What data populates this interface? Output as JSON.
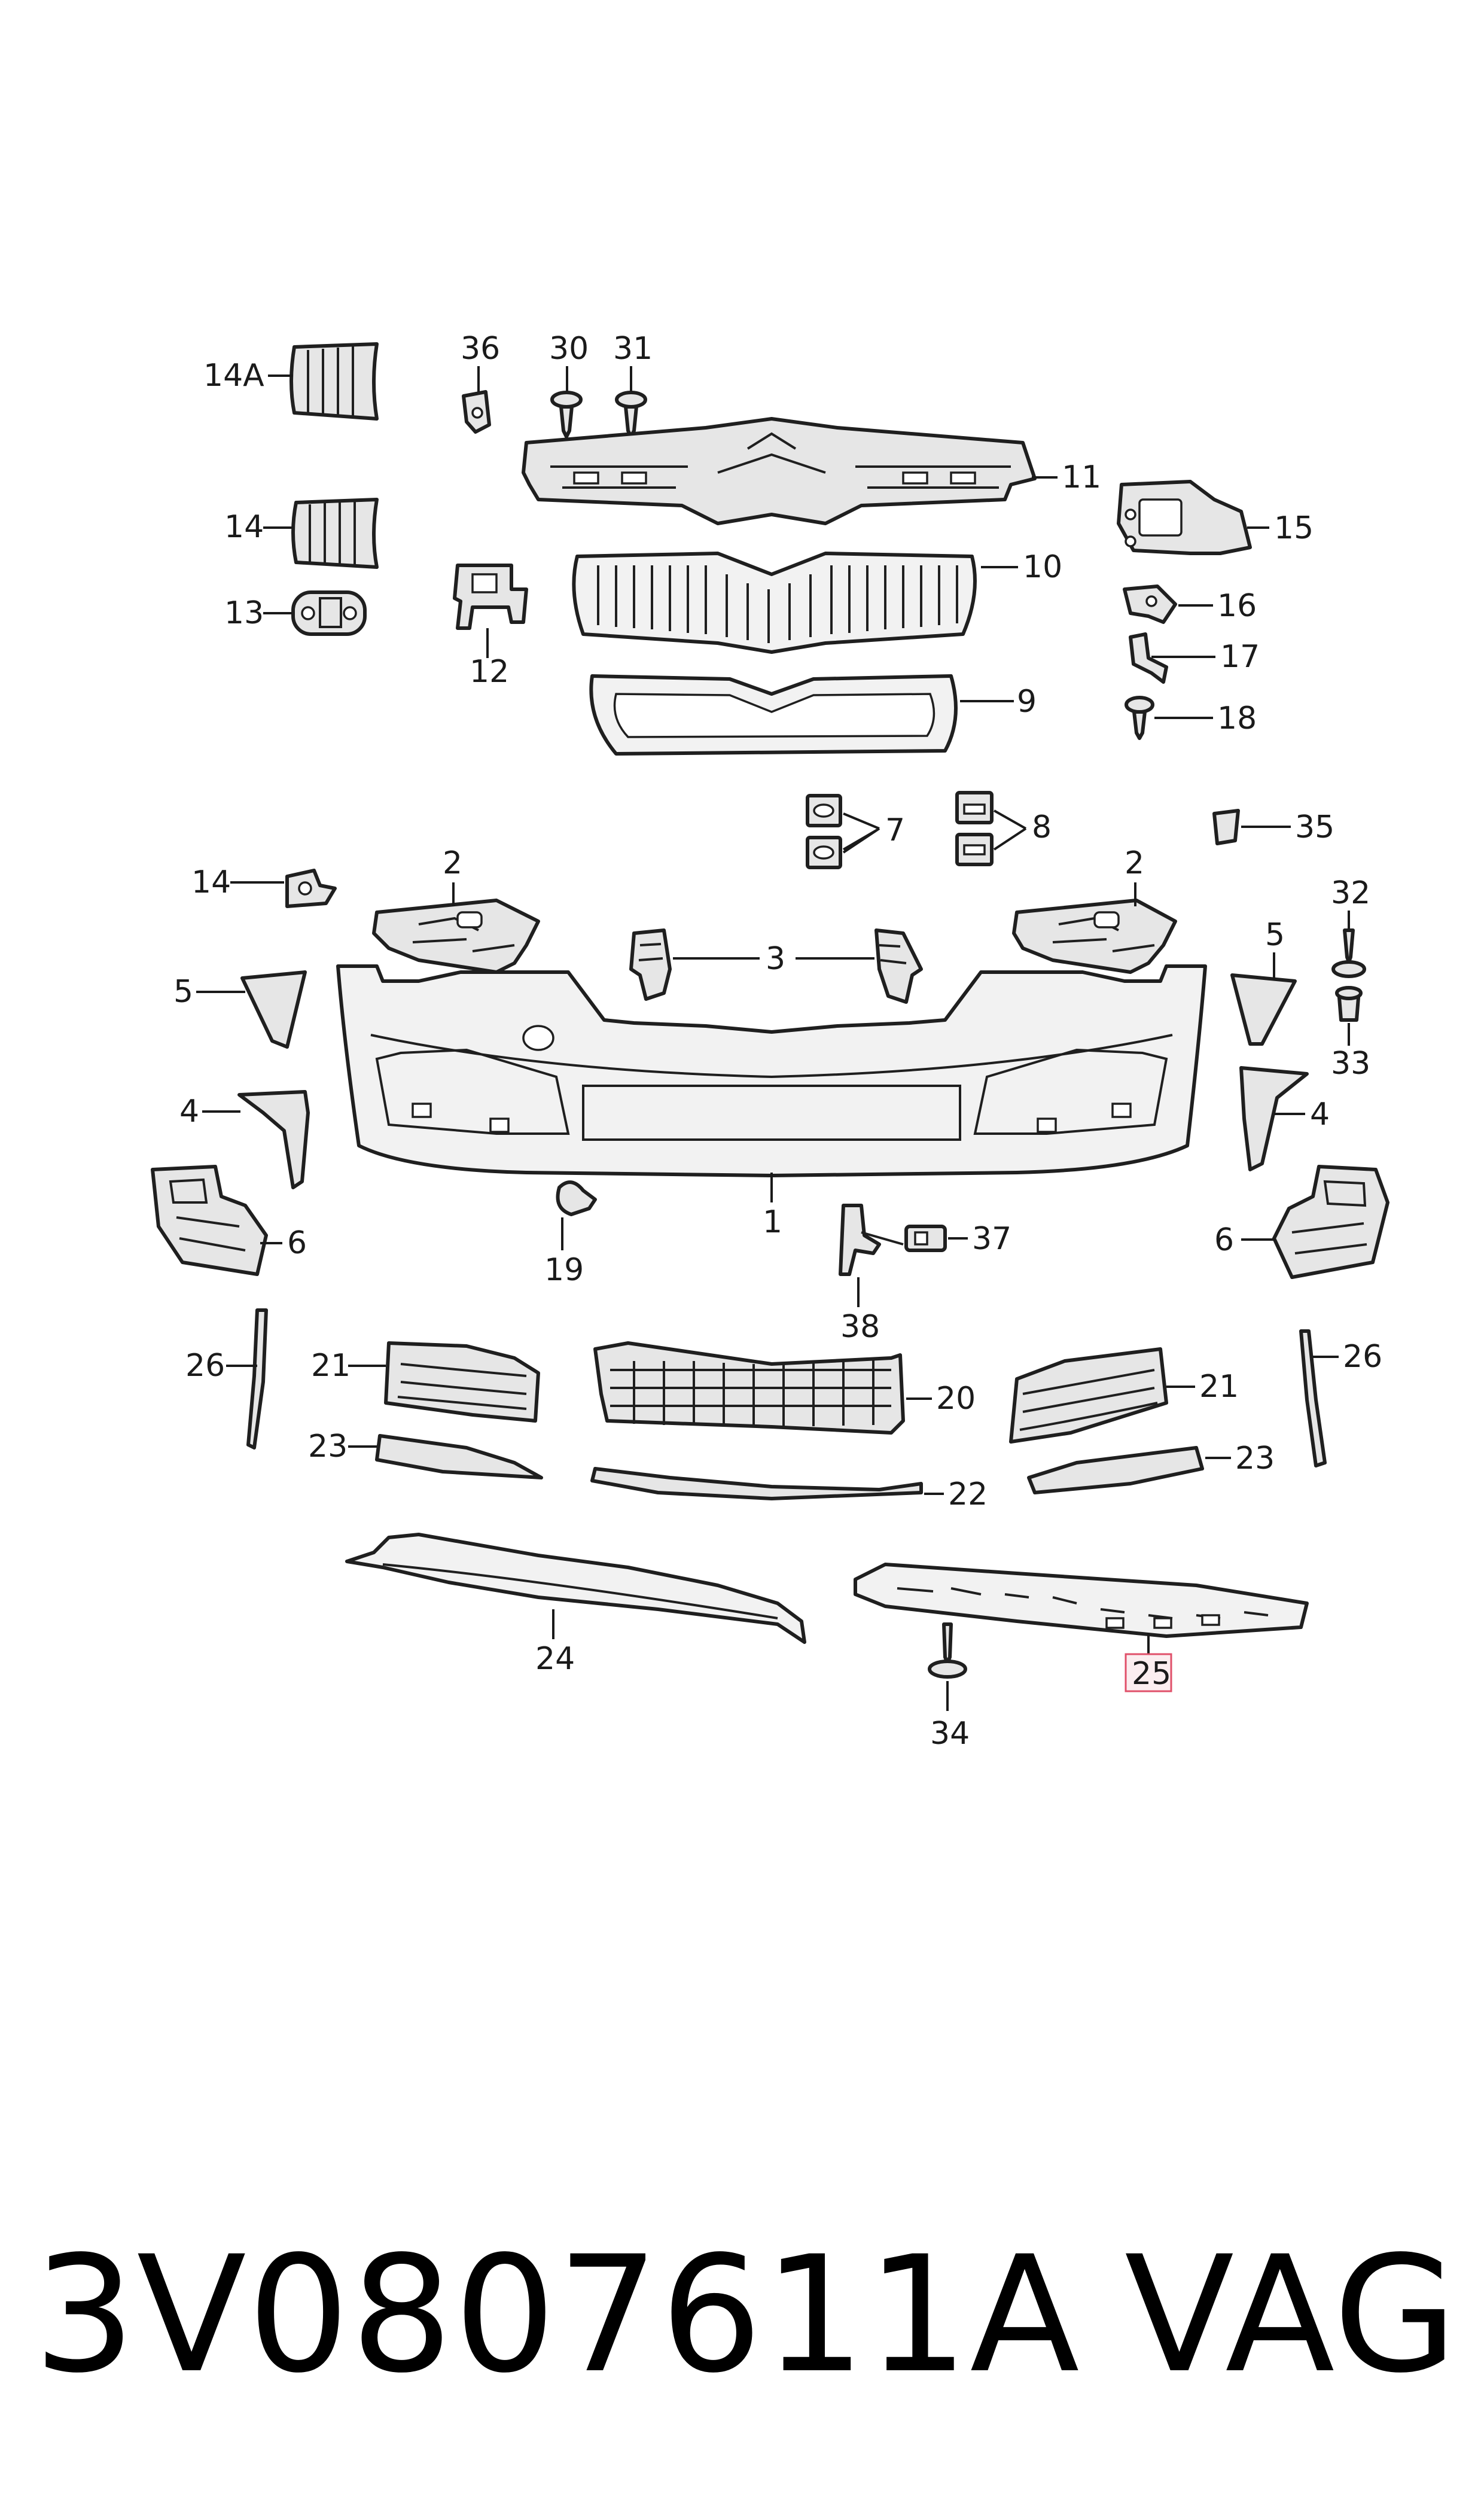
{
  "callouts": {
    "n1": "1",
    "n2": "2",
    "n3": "3",
    "n4": "4",
    "n5": "5",
    "n6": "6",
    "n7": "7",
    "n8": "8",
    "n9": "9",
    "n10": "10",
    "n11": "11",
    "n12": "12",
    "n13": "13",
    "n14": "14",
    "n14a": "14A",
    "n15": "15",
    "n16": "16",
    "n17": "17",
    "n18": "18",
    "n19": "19",
    "n20": "20",
    "n21": "21",
    "n22": "22",
    "n23": "23",
    "n24": "24",
    "n25": "25",
    "n26": "26",
    "n30": "30",
    "n31": "31",
    "n32": "32",
    "n33": "33",
    "n34": "34",
    "n35": "35",
    "n36": "36",
    "n37": "37",
    "n38": "38"
  },
  "highlight": {
    "callout": "25",
    "color": "#e0506a"
  },
  "footer": {
    "part_number": "3V0807611A",
    "brand": "VAG"
  }
}
